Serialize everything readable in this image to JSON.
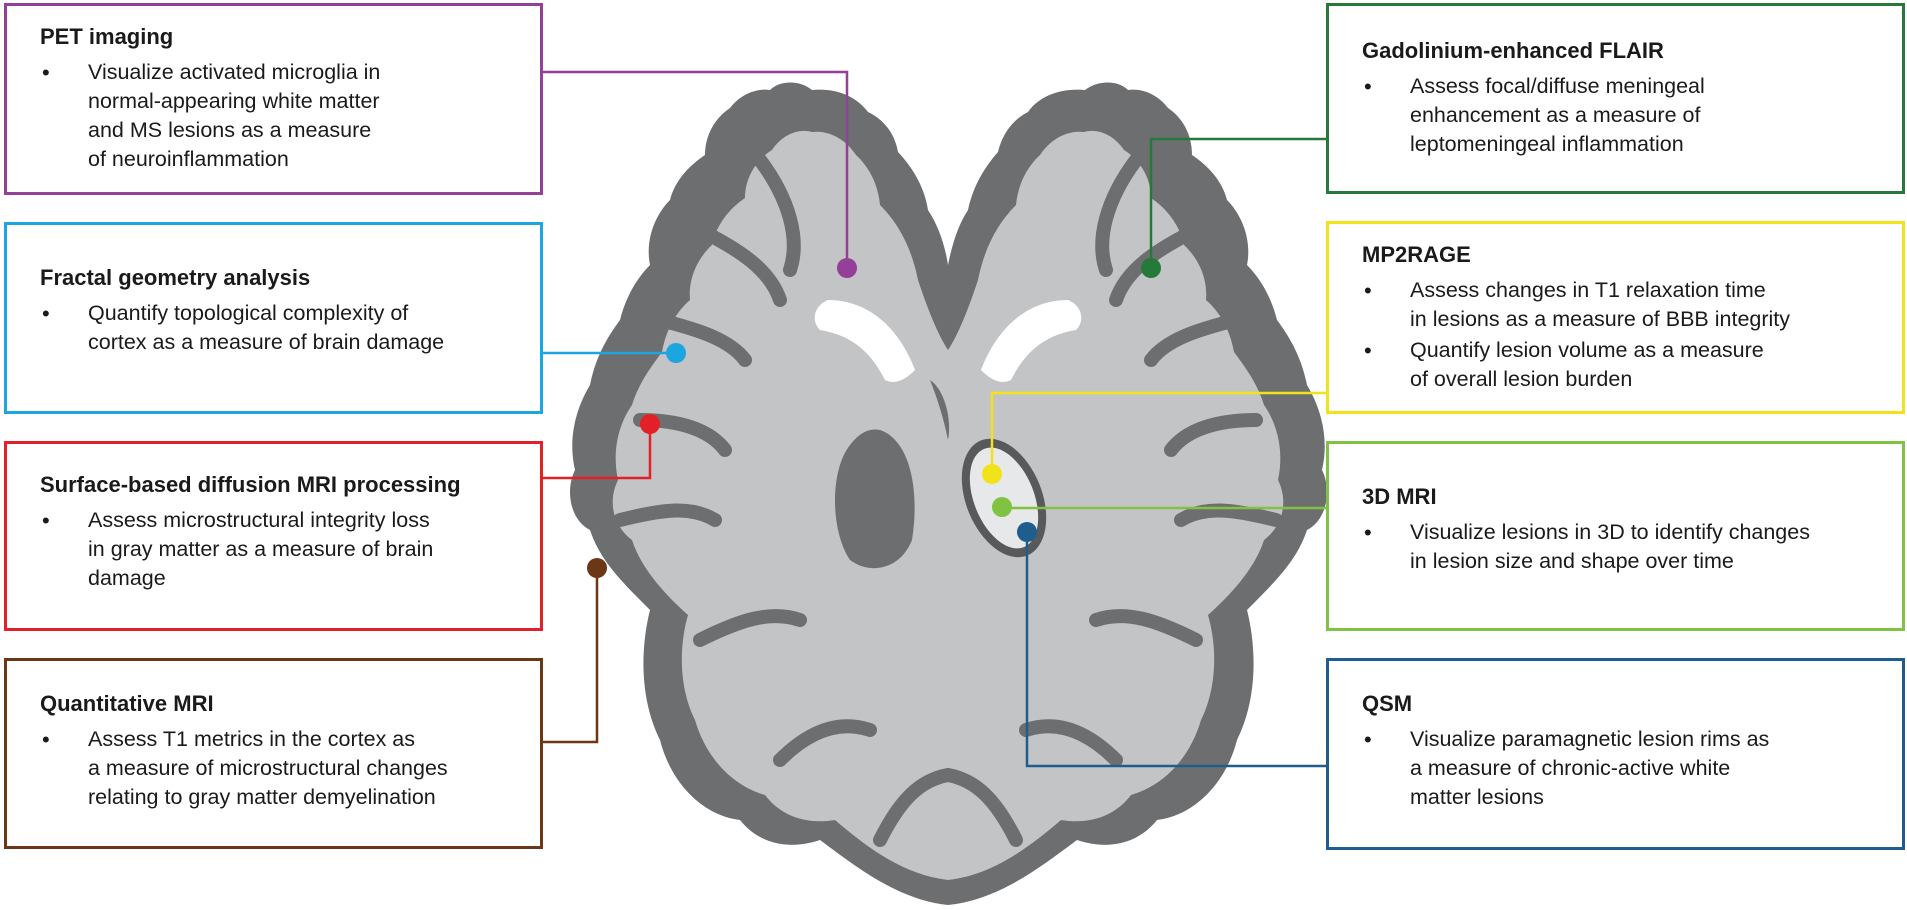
{
  "boxes": {
    "pet": {
      "title": "PET imaging",
      "bullets": [
        "Visualize activated microglia in\nnormal-appearing white matter\nand MS lesions as a measure\nof neuroinflammation"
      ],
      "color": "#943F98"
    },
    "fractal": {
      "title": "Fractal geometry analysis",
      "bullets": [
        "Quantify topological complexity of\ncortex as a measure of brain damage"
      ],
      "color": "#1BA6DF"
    },
    "surface": {
      "title": "Surface-based diffusion MRI processing",
      "bullets": [
        "Assess microstructural integrity loss\nin gray matter as a measure of brain\ndamage"
      ],
      "color": "#E22027"
    },
    "quant": {
      "title": "Quantitative MRI",
      "bullets": [
        "Assess T1 metrics in the cortex as\na measure of microstructural changes\nrelating to gray matter demyelination"
      ],
      "color": "#6B3717"
    },
    "gad": {
      "title": "Gadolinium-enhanced FLAIR",
      "bullets": [
        "Assess focal/diffuse meningeal\nenhancement as a measure of\nleptomeningeal inflammation"
      ],
      "color": "#267A39"
    },
    "mp2": {
      "title": "MP2RAGE",
      "bullets": [
        "Assess changes in T1 relaxation time\nin lesions as a measure of BBB integrity",
        "Quantify lesion volume as a measure\nof overall lesion burden"
      ],
      "color": "#F2E21A"
    },
    "threed": {
      "title": "3D MRI",
      "bullets": [
        "Visualize lesions in 3D to identify changes\nin lesion size and shape over time"
      ],
      "color": "#80C342"
    },
    "qsm": {
      "title": "QSM",
      "bullets": [
        "Visualize paramagnetic lesion rims as\na measure of chronic-active white\nmatter lesions"
      ],
      "color": "#1F5D8C"
    }
  },
  "colors": {
    "gray_matter": "#6d6e70",
    "white_matter": "#c3c4c6",
    "lesion": "#e7e8e9",
    "lesion_rim": "#58595b"
  }
}
